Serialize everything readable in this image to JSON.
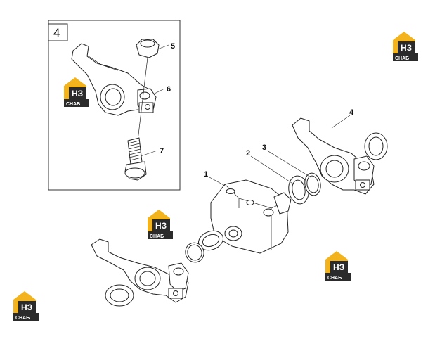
{
  "inset": {
    "number": "4"
  },
  "callouts": {
    "c1": "1",
    "c2": "2",
    "c3": "3",
    "c4": "4",
    "c5": "5",
    "c6": "6",
    "c7": "7"
  },
  "watermark": {
    "mark": "НЗ",
    "word": "СНАБ",
    "colors": {
      "gold": "#f2b31c",
      "dark": "#2b2b2b"
    }
  }
}
